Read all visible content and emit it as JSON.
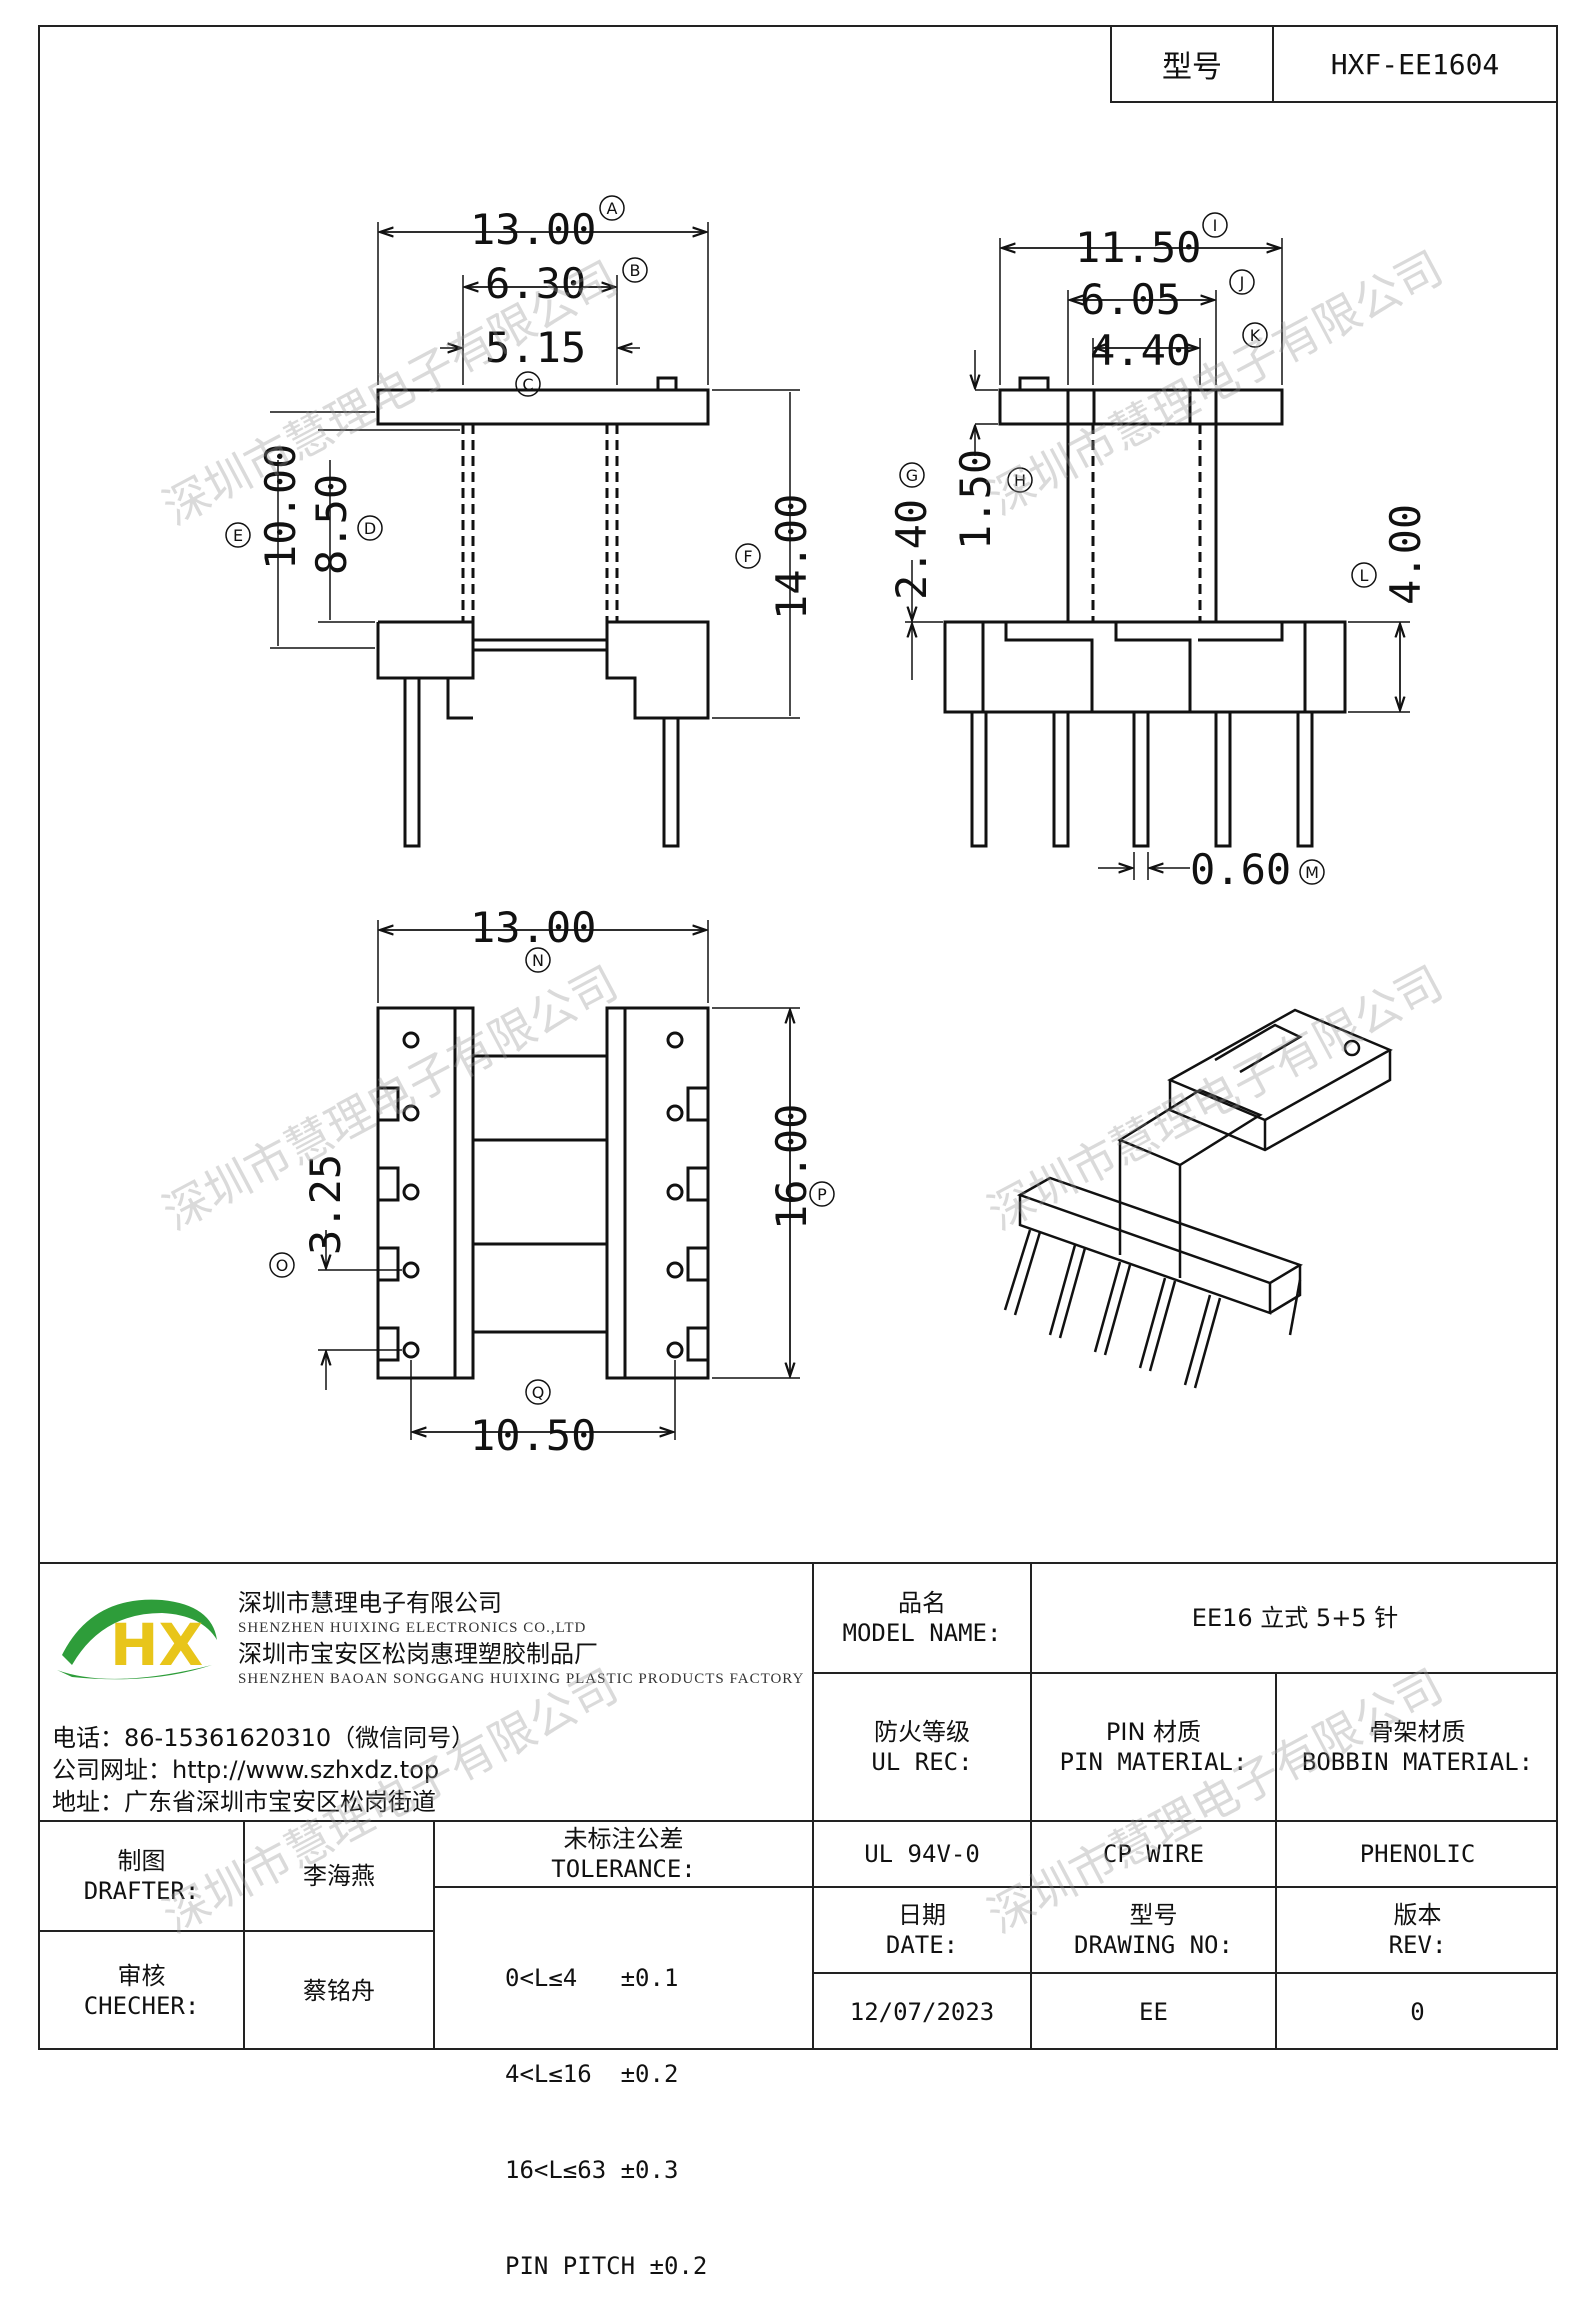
{
  "header": {
    "model_label": "型号",
    "model_value": "HXF-EE1604"
  },
  "watermark": "深圳市慧理电子有限公司",
  "dims": {
    "A": "13.00",
    "B": "6.30",
    "C": "5.15",
    "D": "8.50",
    "E": "10.00",
    "F": "14.00",
    "I": "11.50",
    "J": "6.05",
    "K": "4.40",
    "G": "2.40",
    "H": "1.50",
    "L": "4.00",
    "M": "0.60",
    "N": "13.00",
    "P": "16.00",
    "O": "3.25",
    "Q": "10.50"
  },
  "callouts": {
    "A": "A",
    "B": "B",
    "C": "C",
    "D": "D",
    "E": "E",
    "F": "F",
    "G": "G",
    "H": "H",
    "I": "I",
    "J": "J",
    "K": "K",
    "L": "L",
    "M": "M",
    "N": "N",
    "O": "O",
    "P": "P",
    "Q": "Q"
  },
  "company": {
    "name_cn": "深圳市慧理电子有限公司",
    "name_en": "SHENZHEN HUIXING ELECTRONICS CO.,LTD",
    "factory_cn": "深圳市宝安区松岗惠理塑胶制品厂",
    "factory_en": "SHENZHEN BAOAN SONGGANG HUIXING PLASTIC PRODUCTS FACTORY",
    "logo_text": "HX",
    "phone": "电话：86-15361620310（微信同号）",
    "website": "公司网址：http://www.szhxdz.top",
    "address": "地址：广东省深圳市宝安区松岗街道"
  },
  "titleblock": {
    "product_name_cn": "品名",
    "product_name_en": "MODEL NAME:",
    "product_name_value": "EE16 立式 5+5 针",
    "fire_cn": "防火等级",
    "fire_en": "UL REC:",
    "fire_value": "UL 94V-0",
    "pin_cn": "PIN 材质",
    "pin_en": "PIN MATERIAL:",
    "pin_value": "CP WIRE",
    "bobbin_cn": "骨架材质",
    "bobbin_en": "BOBBIN MATERIAL:",
    "bobbin_value": "PHENOLIC",
    "drafter_cn": "制图",
    "drafter_en": "DRAFTER:",
    "drafter_value": "李海燕",
    "checker_cn": "审核",
    "checker_en": "CHECHER:",
    "checker_value": "蔡铭舟",
    "tol_cn": "未标注公差",
    "tol_en": "TOLERANCE:",
    "tol_lines": [
      "0<L≤4   ±0.1",
      "4<L≤16  ±0.2",
      "16<L≤63 ±0.3",
      "PIN PITCH ±0.2"
    ],
    "date_cn": "日期",
    "date_en": "DATE:",
    "date_value": "12/07/2023",
    "dwg_cn": "型号",
    "dwg_en": "DRAWING NO:",
    "dwg_value": "EE",
    "rev_cn": "版本",
    "rev_en": "REV:",
    "rev_value": "0"
  },
  "colors": {
    "logo_green": "#2e9d3a",
    "logo_yellow": "#e8c51a",
    "line": "#222222"
  }
}
